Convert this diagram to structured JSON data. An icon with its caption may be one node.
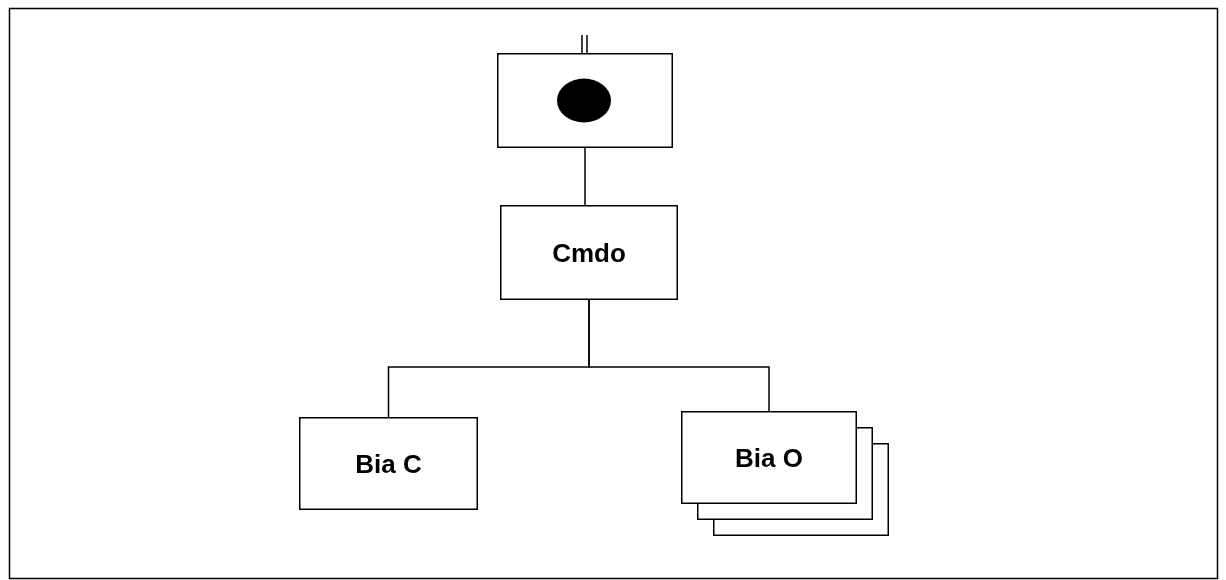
{
  "diagram": {
    "nodes": [
      {
        "text": [],
        "shape": "box"
      },
      {
        "text": [
          "Cmdo"
        ]
      },
      {
        "text": [
          "Bia C"
        ]
      },
      {
        "text": [
          "Bia O"
        ]
      }
    ],
    "edges": [
      {
        "from": 0,
        "to": 1,
        "arrow": "none"
      },
      {
        "from": 1,
        "to": 2,
        "arrow": "none"
      },
      {
        "from": 1,
        "to": 3,
        "arrow": "none"
      }
    ]
  }
}
